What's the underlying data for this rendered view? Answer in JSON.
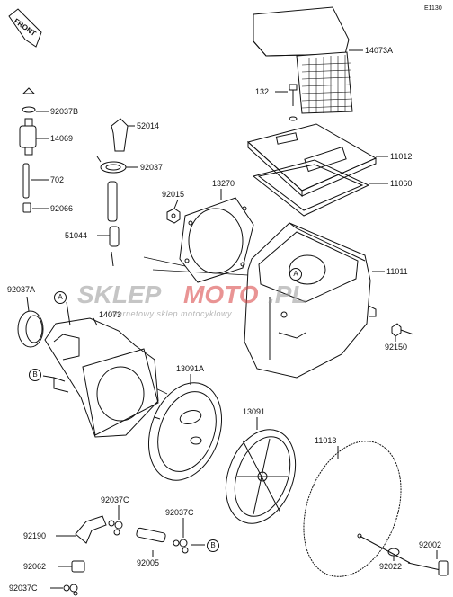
{
  "diagram_code": "E1130",
  "front_label": "FRONT",
  "watermark": {
    "brand_part1": "SKLEP",
    "brand_part2": "MOTO",
    "brand_part3": ".PL",
    "tagline": "internetowy sklep motocyklowy"
  },
  "callouts": [
    "A",
    "A",
    "B",
    "B"
  ],
  "part_numbers": {
    "p14073A": "14073A",
    "p132": "132",
    "p11012": "11012",
    "p11060": "11060",
    "p92037B": "92037B",
    "p14069": "14069",
    "p702": "702",
    "p92066": "92066",
    "p52014": "52014",
    "p92037": "92037",
    "p92015": "92015",
    "p13270": "13270",
    "p51044": "51044",
    "p11011": "11011",
    "p92037A": "92037A",
    "p14073": "14073",
    "p92150": "92150",
    "p13091A": "13091A",
    "p13091": "13091",
    "p11013": "11013",
    "p92037C_a": "92037C",
    "p92037C_b": "92037C",
    "p92037C_c": "92037C",
    "p92190": "92190",
    "p92005": "92005",
    "p92062": "92062",
    "p92002": "92002",
    "p92022": "92022"
  }
}
